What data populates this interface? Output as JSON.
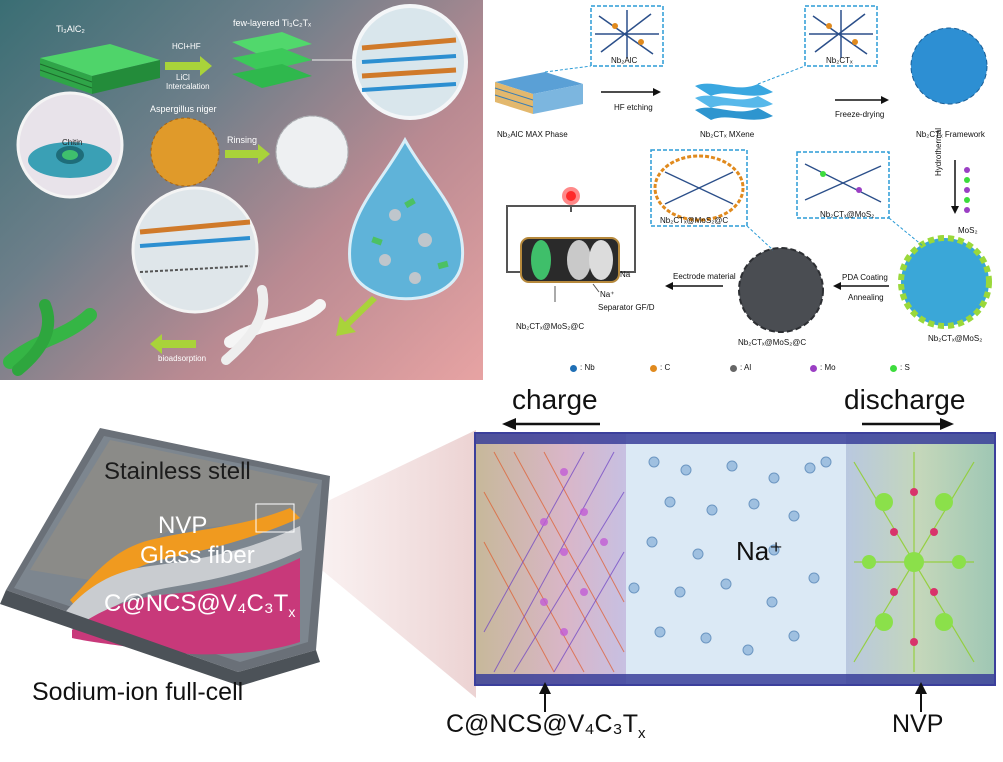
{
  "panel_a": {
    "ti3alc2": "Ti₃AlC₂",
    "few_layered": "few-layered Ti₃C₂Tₓ",
    "reagent_top": "HCl+HF",
    "reagent_bottom": "LiCl",
    "intercalation": "Intercalation",
    "aspergillus": "Aspergillus niger",
    "chitin": "Chitin",
    "rinsing": "Rinsing",
    "bioadsorption": "bioadsorption"
  },
  "panel_b": {
    "nb2alc_inset": "Nb₂AlC",
    "nb2ctx_inset": "Nb₂CTₓ",
    "max_phase": "Nb₂AlC MAX Phase",
    "hf_etching": "HF etching",
    "mxene": "Nb₂CTₓ MXene",
    "freeze_drying": "Freeze-drying",
    "framework": "Nb₂CTₓ Framework",
    "hydrothermal": "Hydrothermal",
    "mos2": "MoS₂",
    "nb2ctx_mos2_inset": "Nb₂CTₓ@MoS₂",
    "nb2ctx_mos2": "Nb₂CTₓ@MoS₂",
    "pda_coating": "PDA Coating",
    "annealing": "Annealing",
    "nb2ctx_mos2_c": "Nb₂CTₓ@MoS₂@C",
    "nb2ctx_mos2_c_inset": "Nb₂CTₓ@MoS₂@C",
    "electrode_material": "Eectrode material",
    "na": "Na",
    "na_plus": "Na⁺",
    "separator": "Separator GF/D",
    "battery_label": "Nb₂CTₓ@MoS₂@C",
    "legend": [
      {
        "label": ": Nb",
        "color": "#1f6fb5"
      },
      {
        "label": ": C",
        "color": "#e08a1e"
      },
      {
        "label": ": Al",
        "color": "#666666"
      },
      {
        "label": ": Mo",
        "color": "#9b3fc4"
      },
      {
        "label": ": S",
        "color": "#3ddc3d"
      }
    ]
  },
  "panel_c": {
    "stainless": "Stainless stell",
    "nvp": "NVP",
    "glass_fiber": "Glass fiber",
    "anode": "C@NCS@V₄C₃T",
    "anode_sub": "x",
    "full_cell": "Sodium-ion full-cell"
  },
  "panel_d": {
    "charge": "charge",
    "discharge": "discharge",
    "na_plus": "Na⁺",
    "anode": "C@NCS@V₄C₃T",
    "anode_sub": "x",
    "cathode": "NVP"
  }
}
